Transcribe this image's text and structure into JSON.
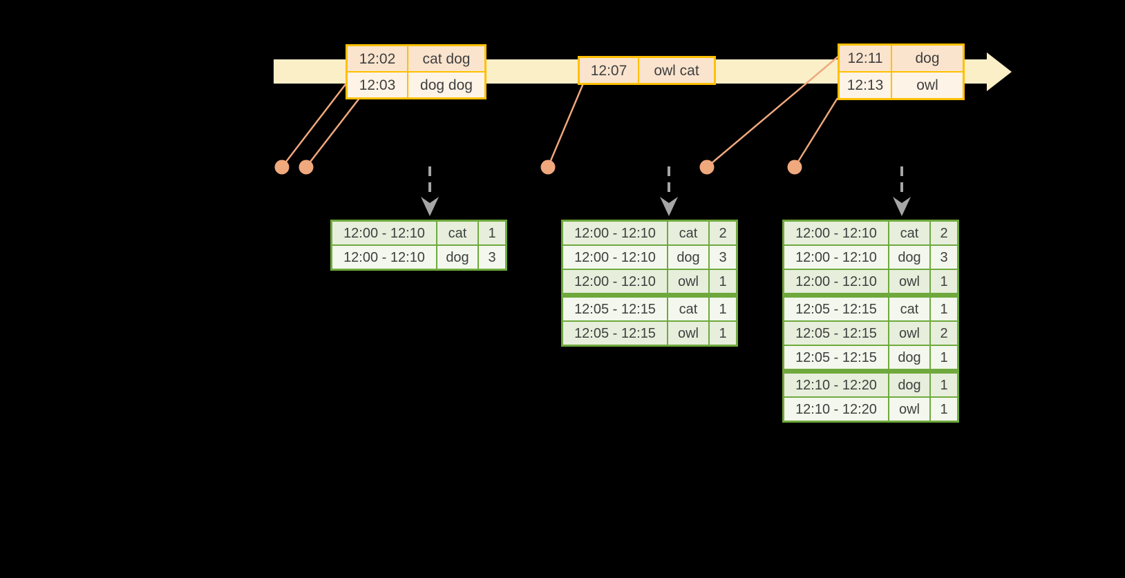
{
  "colors": {
    "background": "#000000",
    "timeline_band": "#FBEFC8",
    "event_table_border": "#FFC000",
    "event_row_fill_dark": "#FAE4CE",
    "event_row_fill_light": "#FDF3E6",
    "marker_dot": "#F0A87D",
    "dashed_arrow": "#A6A6A6",
    "result_table_border": "#6FA93D",
    "result_row_fill_dark": "#E7EFDC",
    "result_row_fill_light": "#F3F7ED",
    "table_text": "#3F3F3F"
  },
  "event_tables": [
    {
      "rows": [
        {
          "time": "12:02",
          "words": "cat dog"
        },
        {
          "time": "12:03",
          "words": "dog dog"
        }
      ]
    },
    {
      "rows": [
        {
          "time": "12:07",
          "words": "owl cat"
        }
      ]
    },
    {
      "rows": [
        {
          "time": "12:11",
          "words": "dog"
        },
        {
          "time": "12:13",
          "words": "owl"
        }
      ]
    }
  ],
  "result_tables": [
    {
      "rows": [
        {
          "window": "12:00 - 12:10",
          "word": "cat",
          "count": "1"
        },
        {
          "window": "12:00 - 12:10",
          "word": "dog",
          "count": "3"
        }
      ]
    },
    {
      "rows": [
        {
          "window": "12:00 - 12:10",
          "word": "cat",
          "count": "2"
        },
        {
          "window": "12:00 - 12:10",
          "word": "dog",
          "count": "3"
        },
        {
          "window": "12:00 - 12:10",
          "word": "owl",
          "count": "1"
        },
        {
          "window": "12:05 - 12:15",
          "word": "cat",
          "count": "1"
        },
        {
          "window": "12:05 - 12:15",
          "word": "owl",
          "count": "1"
        }
      ]
    },
    {
      "rows": [
        {
          "window": "12:00 - 12:10",
          "word": "cat",
          "count": "2"
        },
        {
          "window": "12:00 - 12:10",
          "word": "dog",
          "count": "3"
        },
        {
          "window": "12:00 - 12:10",
          "word": "owl",
          "count": "1"
        },
        {
          "window": "12:05 - 12:15",
          "word": "cat",
          "count": "1"
        },
        {
          "window": "12:05 - 12:15",
          "word": "owl",
          "count": "2"
        },
        {
          "window": "12:05 - 12:15",
          "word": "dog",
          "count": "1"
        },
        {
          "window": "12:10 - 12:20",
          "word": "dog",
          "count": "1"
        },
        {
          "window": "12:10 - 12:20",
          "word": "owl",
          "count": "1"
        }
      ]
    }
  ]
}
